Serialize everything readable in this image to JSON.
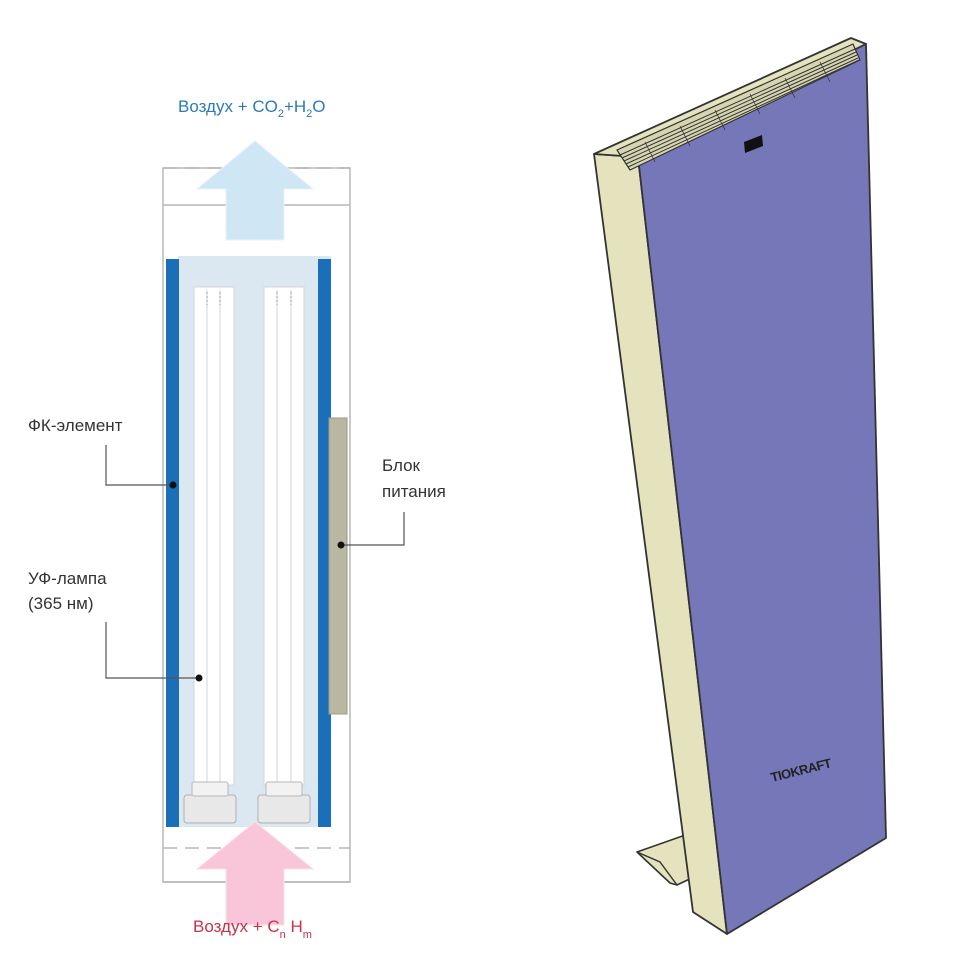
{
  "diagram": {
    "flow_out": {
      "prefix": "Воздух + CO",
      "sub1": "2",
      "mid": "+H",
      "sub2": "2",
      "suffix": "O"
    },
    "flow_in": {
      "prefix": "Воздух + C",
      "sub1": "n",
      "mid": " H",
      "sub2": "m"
    },
    "labels": {
      "pk_element": "ФК-элемент",
      "uv_lamp_line1": "УФ-лампа",
      "uv_lamp_line2": "(365 нм)",
      "power_line1": "Блок",
      "power_line2": "питания"
    },
    "colors": {
      "out_text": "#2b7bb9",
      "in_text": "#c8324a",
      "pk_element": "#1a6fb8",
      "out_arrow": "#cfe6f5",
      "in_arrow": "#f8c6d8",
      "power_unit": "#b8b7a2",
      "device_front": "#7677b8",
      "device_side": "#e4e3bd"
    }
  },
  "device": {
    "brand": "TIOKRAFT",
    "colors": {
      "front": "#7677b8",
      "side": "#e4e3bd"
    }
  }
}
